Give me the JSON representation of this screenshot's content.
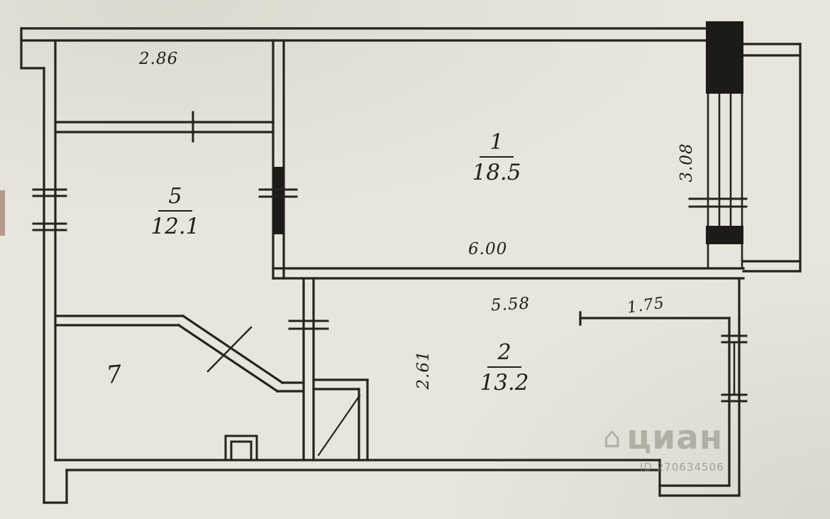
{
  "rooms": {
    "room1": {
      "number": "1",
      "area": "18.5"
    },
    "room5": {
      "number": "5",
      "area": "12.1"
    },
    "room2": {
      "number": "2",
      "area": "13.2"
    },
    "room7": {
      "number": "7"
    }
  },
  "dimensions": {
    "top_width": "2.86",
    "right_height": "3.08",
    "room1_width": "6.00",
    "room2_width": "5.58",
    "niche_width": "1.75",
    "room2_height": "2.61"
  },
  "watermark": {
    "house_icon": "⌂",
    "brand": "циан",
    "id_text": "ID 270634506"
  },
  "colors": {
    "paper": "#e9e5dd",
    "ink": "#242320",
    "watermark": "#aeaaa0"
  }
}
